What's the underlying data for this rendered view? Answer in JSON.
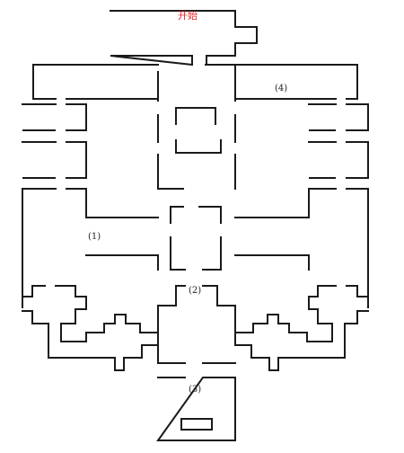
{
  "map": {
    "start_label": "开始",
    "markers": [
      "(1)",
      "(2)",
      "(3)",
      "(4)"
    ],
    "colors": {
      "wall": "#1a1a1a",
      "start_label": "#e8202a",
      "marker": "#222222",
      "background": "#ffffff"
    }
  }
}
